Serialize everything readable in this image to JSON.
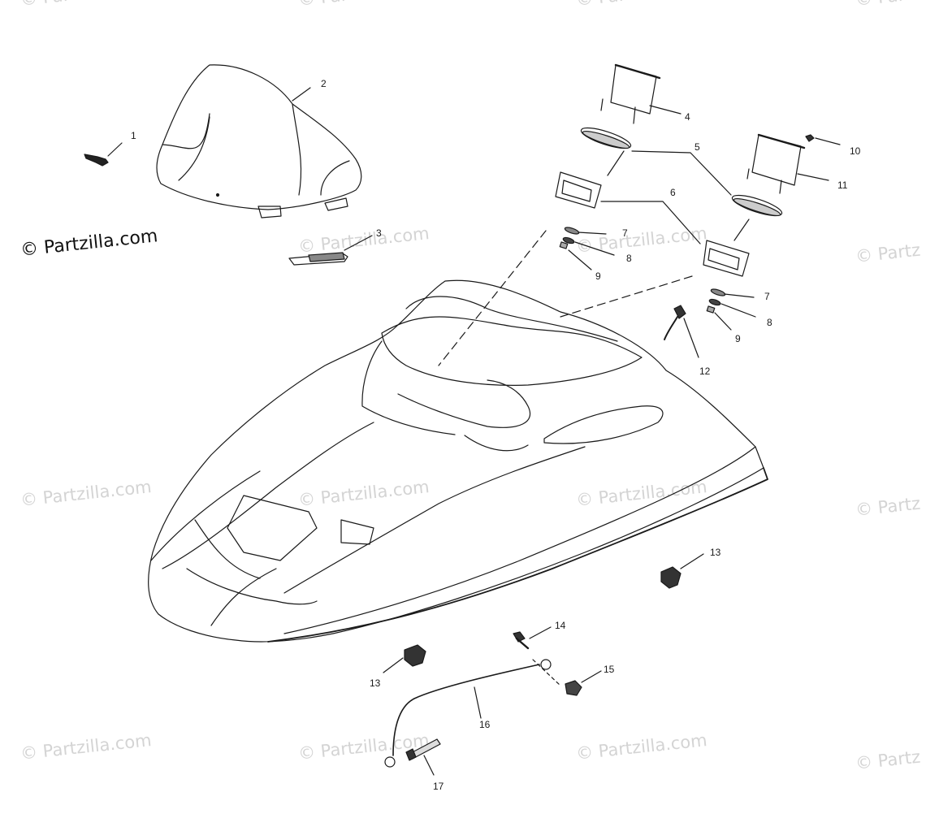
{
  "copyright": "© Partzilla.com",
  "watermark": {
    "text": "© Partzilla.com",
    "text_right_edge": "© Partz",
    "text_top_clipped": "© Partzilla"
  },
  "callouts": {
    "c1": "1",
    "c2": "2",
    "c3": "3",
    "c4": "4",
    "c5": "5",
    "c6": "6",
    "c7a": "7",
    "c7b": "7",
    "c8a": "8",
    "c8b": "8",
    "c9a": "9",
    "c9b": "9",
    "c10": "10",
    "c11": "11",
    "c12": "12",
    "c13a": "13",
    "c13b": "13",
    "c14": "14",
    "c15": "15",
    "c16": "16",
    "c17": "17"
  },
  "colors": {
    "line": "#1a1a1a",
    "watermark": "#d4d4d4",
    "background": "#ffffff"
  }
}
